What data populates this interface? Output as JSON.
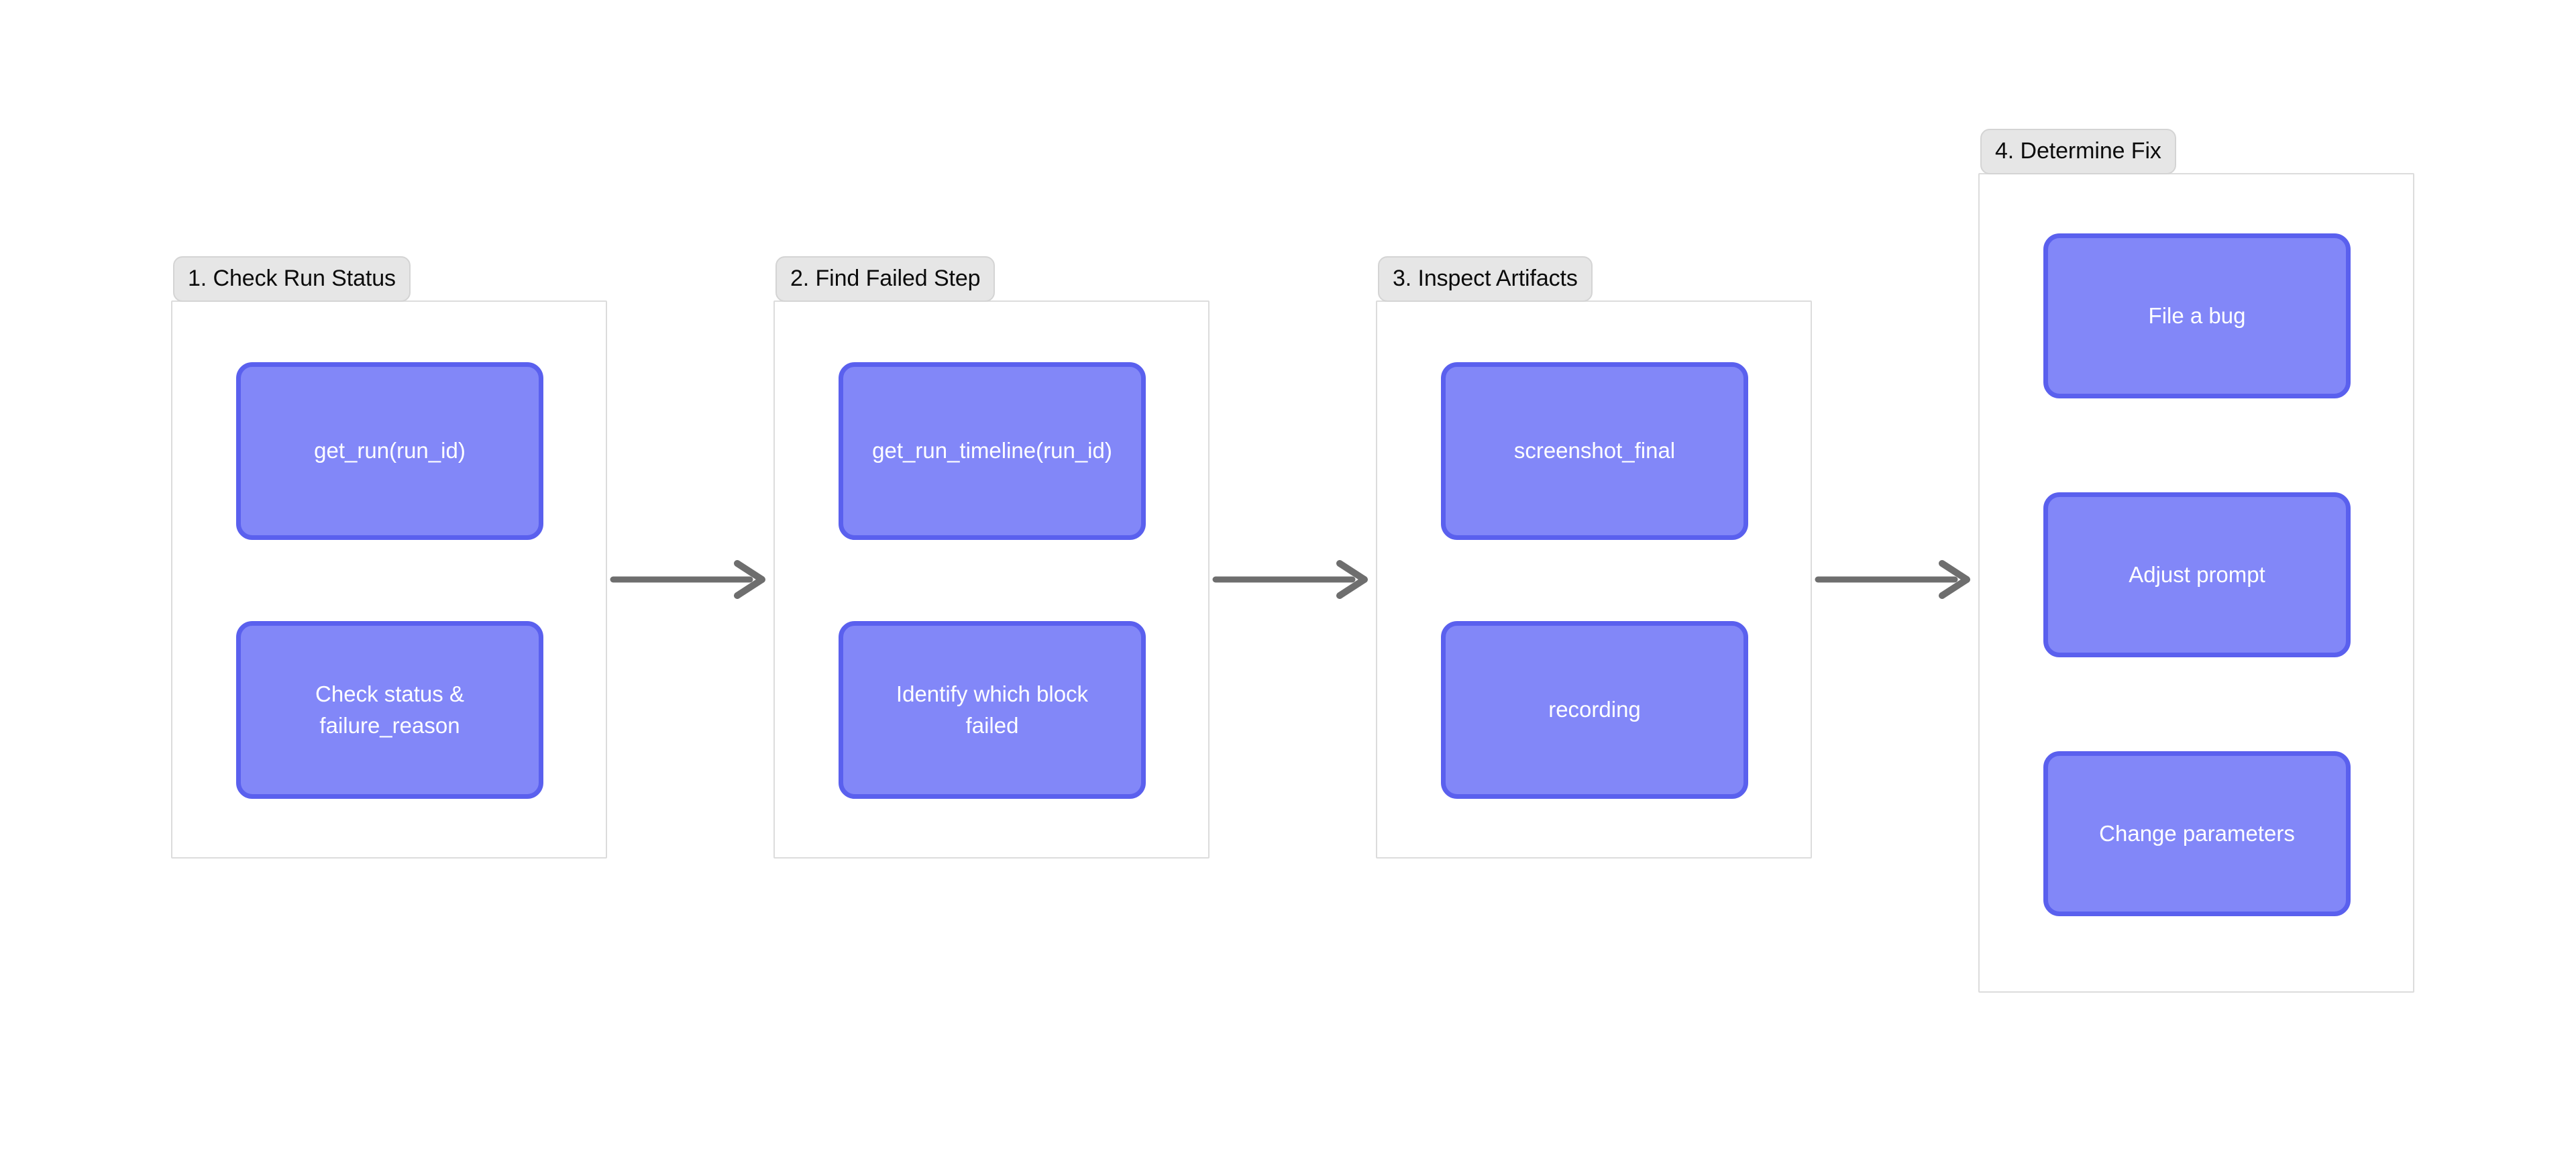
{
  "diagram": {
    "type": "flowchart",
    "direction": "left-to-right",
    "background_color": "#ffffff",
    "node_fill_color": "#8287f8",
    "node_border_color": "#5a60ee",
    "node_text_color": "#ffffff",
    "cluster_fill_color": "#ffffff",
    "cluster_border_color": "#dcdcdc",
    "cluster_label_fill_color": "#e6e6e6",
    "cluster_label_text_color": "#0b0b0b",
    "arrow_color": "#6e6e6e",
    "clusters": [
      {
        "id": "cluster-1",
        "label": "1. Check Run Status",
        "nodes": [
          {
            "id": "node-get-run",
            "label": "get_run(run_id)"
          },
          {
            "id": "node-check-status",
            "label": "Check status & failure_reason"
          }
        ]
      },
      {
        "id": "cluster-2",
        "label": "2. Find Failed Step",
        "nodes": [
          {
            "id": "node-get-run-timeline",
            "label": "get_run_timeline(run_id)"
          },
          {
            "id": "node-identify-block",
            "label": "Identify which block failed"
          }
        ]
      },
      {
        "id": "cluster-3",
        "label": "3. Inspect Artifacts",
        "nodes": [
          {
            "id": "node-screenshot-final",
            "label": "screenshot_final"
          },
          {
            "id": "node-recording",
            "label": "recording"
          }
        ]
      },
      {
        "id": "cluster-4",
        "label": "4. Determine Fix",
        "nodes": [
          {
            "id": "node-file-a-bug",
            "label": "File a bug"
          },
          {
            "id": "node-adjust-prompt",
            "label": "Adjust prompt"
          },
          {
            "id": "node-change-parameters",
            "label": "Change parameters"
          }
        ]
      }
    ],
    "edges": [
      {
        "id": "edge-1-2",
        "from": "cluster-1",
        "to": "cluster-2"
      },
      {
        "id": "edge-2-3",
        "from": "cluster-2",
        "to": "cluster-3"
      },
      {
        "id": "edge-3-4",
        "from": "cluster-3",
        "to": "cluster-4"
      }
    ]
  }
}
